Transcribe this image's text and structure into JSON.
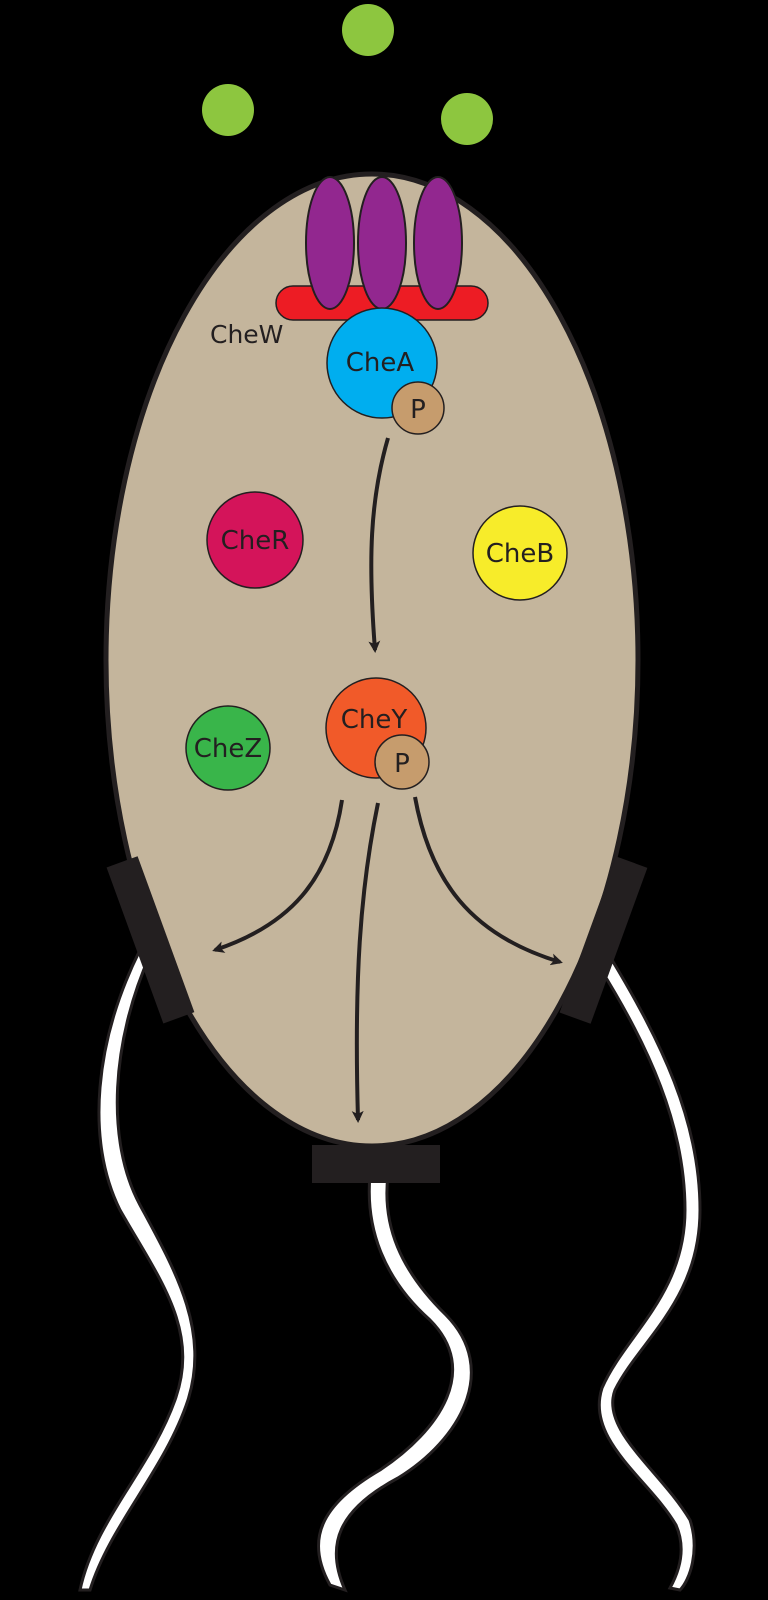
{
  "diagram": {
    "labels": {
      "chew": "CheW",
      "chea": "CheA",
      "cher": "CheR",
      "cheb": "CheB",
      "chey": "CheY",
      "chez": "CheZ",
      "phospho_chea": "P",
      "phospho_chey": "P"
    },
    "colors": {
      "background": "#000000",
      "cell_fill": "#c4b59c",
      "cell_outline": "#231f20",
      "attractant": "#8dc63f",
      "receptor": "#92278f",
      "chew": "#ed1c24",
      "chea": "#00aeef",
      "phosphate": "#c69c6d",
      "cher": "#d4145a",
      "cheb": "#f7ec2a",
      "chey": "#f15a29",
      "chez": "#39b54a",
      "motor": "#231f20",
      "flagellum": "#ffffff"
    }
  }
}
